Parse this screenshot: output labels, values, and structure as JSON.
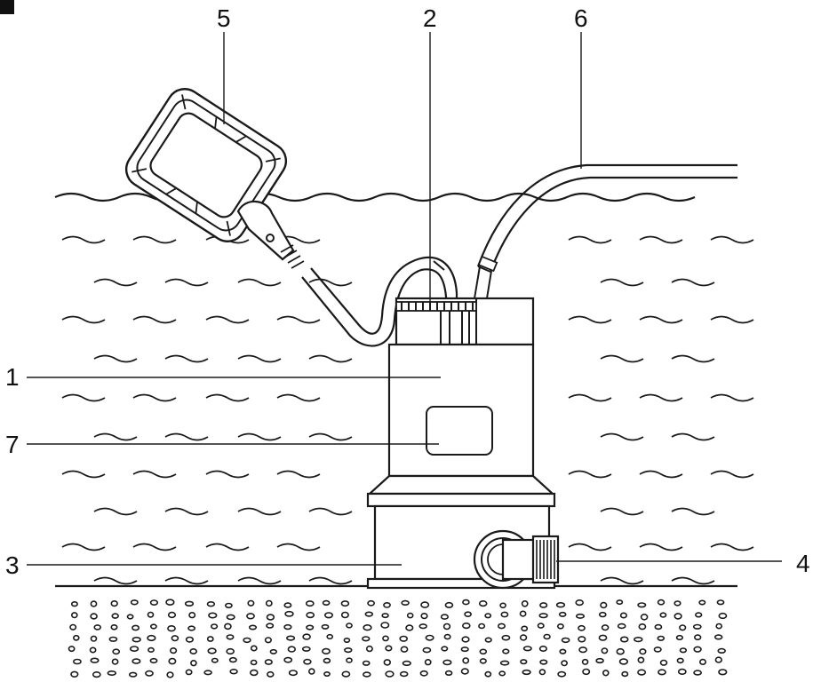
{
  "diagram": {
    "callouts": [
      {
        "id": "1",
        "label": "1"
      },
      {
        "id": "2",
        "label": "2"
      },
      {
        "id": "3",
        "label": "3"
      },
      {
        "id": "4",
        "label": "4"
      },
      {
        "id": "5",
        "label": "5"
      },
      {
        "id": "6",
        "label": "6"
      },
      {
        "id": "7",
        "label": "7"
      }
    ]
  },
  "colors": {
    "ink": "#1a1a1a",
    "background": "#ffffff"
  }
}
